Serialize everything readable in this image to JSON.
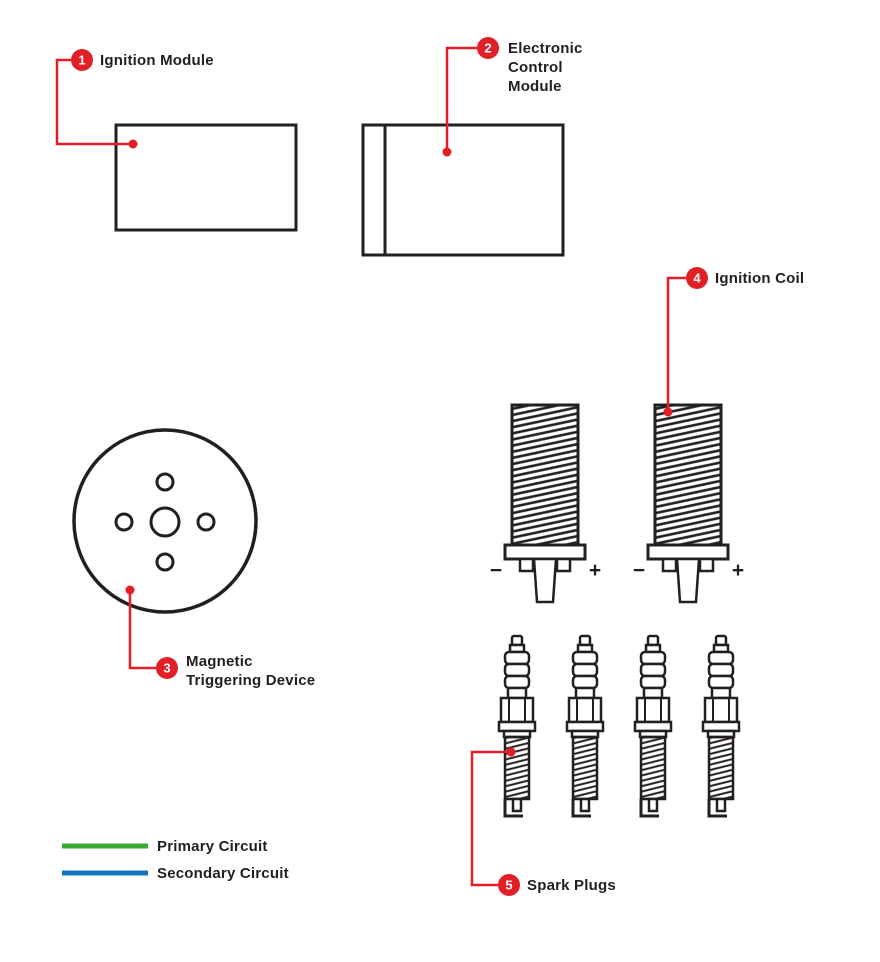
{
  "colors": {
    "callout_red": "#e21f26",
    "line_black": "#231f20"
  },
  "callouts": {
    "c1": {
      "number": "1",
      "label": "Ignition Module"
    },
    "c2": {
      "number": "2",
      "line1": "Electronic",
      "line2": "Control",
      "line3": "Module"
    },
    "c3": {
      "number": "3",
      "line1": "Magnetic",
      "line2": "Triggering Device"
    },
    "c4": {
      "number": "4",
      "label": "Ignition Coil"
    },
    "c5": {
      "number": "5",
      "label": "Spark Plugs"
    }
  },
  "coils": {
    "minus": "−",
    "plus": "+"
  },
  "legend": {
    "primary": {
      "label": "Primary Circuit",
      "color": "#3aaa35"
    },
    "secondary": {
      "label": "Secondary Circuit",
      "color": "#1476bd"
    }
  }
}
